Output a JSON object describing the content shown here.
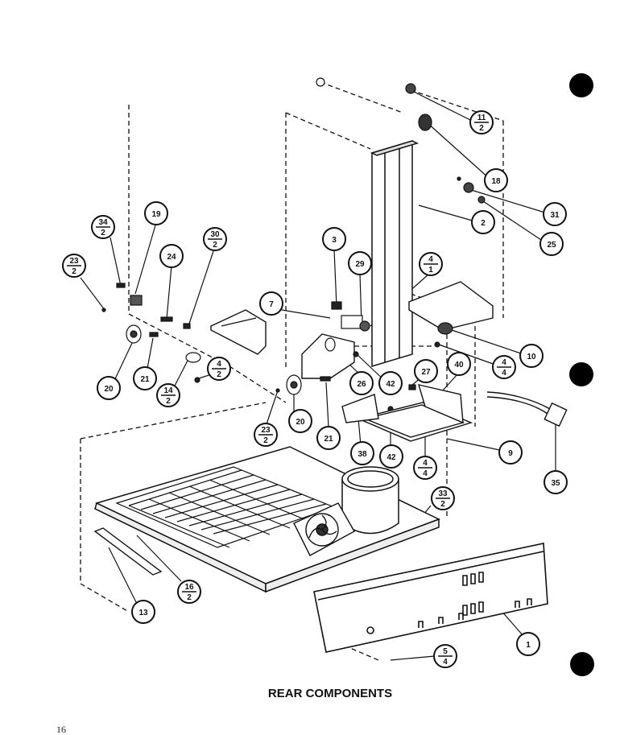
{
  "caption": "REAR COMPONENTS",
  "page_number": "16",
  "callouts": [
    {
      "id": "c-11-2",
      "num": "11",
      "den": "2"
    },
    {
      "id": "c-18",
      "num": "18"
    },
    {
      "id": "c-2",
      "num": "2"
    },
    {
      "id": "c-31",
      "num": "31"
    },
    {
      "id": "c-25",
      "num": "25"
    },
    {
      "id": "c-34-2",
      "num": "34",
      "den": "2"
    },
    {
      "id": "c-19",
      "num": "19"
    },
    {
      "id": "c-23-2-a",
      "num": "23",
      "den": "2"
    },
    {
      "id": "c-24",
      "num": "24"
    },
    {
      "id": "c-30-2",
      "num": "30",
      "den": "2"
    },
    {
      "id": "c-3",
      "num": "3"
    },
    {
      "id": "c-29",
      "num": "29"
    },
    {
      "id": "c-4-1",
      "num": "4",
      "den": "1"
    },
    {
      "id": "c-7",
      "num": "7"
    },
    {
      "id": "c-10",
      "num": "10"
    },
    {
      "id": "c-4-4-a",
      "num": "4",
      "den": "4"
    },
    {
      "id": "c-20-a",
      "num": "20"
    },
    {
      "id": "c-21-a",
      "num": "21"
    },
    {
      "id": "c-14-2",
      "num": "14",
      "den": "2"
    },
    {
      "id": "c-4-2",
      "num": "4",
      "den": "2"
    },
    {
      "id": "c-26",
      "num": "26"
    },
    {
      "id": "c-42-a",
      "num": "42"
    },
    {
      "id": "c-27",
      "num": "27"
    },
    {
      "id": "c-40",
      "num": "40"
    },
    {
      "id": "c-23-2-b",
      "num": "23",
      "den": "2"
    },
    {
      "id": "c-20-b",
      "num": "20"
    },
    {
      "id": "c-21-b",
      "num": "21"
    },
    {
      "id": "c-38",
      "num": "38"
    },
    {
      "id": "c-42-b",
      "num": "42"
    },
    {
      "id": "c-4-4-b",
      "num": "4",
      "den": "4"
    },
    {
      "id": "c-9",
      "num": "9"
    },
    {
      "id": "c-35",
      "num": "35"
    },
    {
      "id": "c-33-2",
      "num": "33",
      "den": "2"
    },
    {
      "id": "c-13",
      "num": "13"
    },
    {
      "id": "c-16-2",
      "num": "16",
      "den": "2"
    },
    {
      "id": "c-1",
      "num": "1"
    },
    {
      "id": "c-5-4",
      "num": "5",
      "den": "4"
    }
  ]
}
